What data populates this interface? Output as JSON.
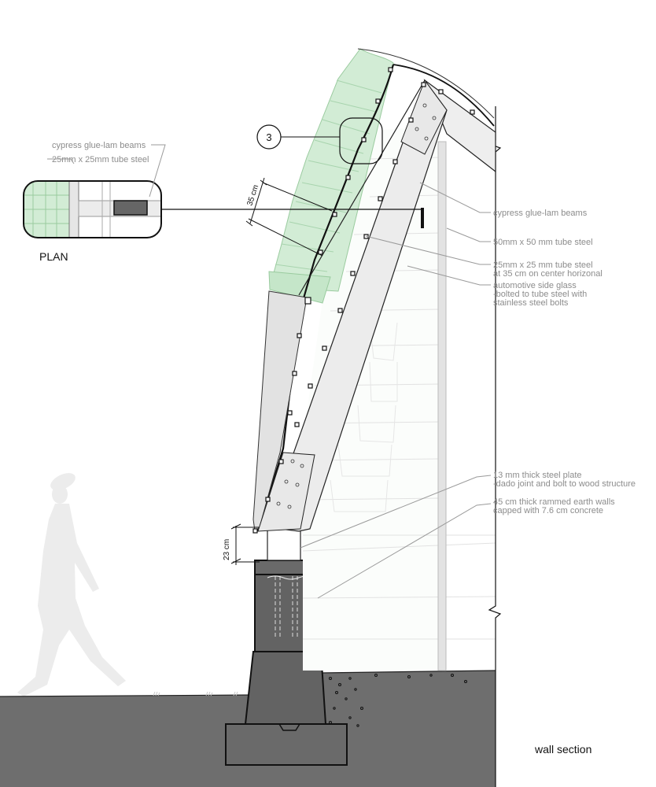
{
  "title": "wall section",
  "plan": {
    "label": "PLAN",
    "callouts": {
      "beams": "cypress glue-lam beams",
      "tube": "25mm x 25mm tube steel"
    }
  },
  "detail_marker": "3",
  "dimensions": {
    "spacing": "35 cm",
    "plate_height": "23 cm"
  },
  "callouts": {
    "beams": "cypress glue-lam beams",
    "tube50": "50mm x 50 mm tube steel",
    "tube25_line1": "25mm x 25 mm tube steel",
    "tube25_line2": "at 35 cm on center horizonal",
    "glass_line1": "automotive side glass",
    "glass_line2": "-bolted to tube steel with",
    "glass_line3": "stainless steel bolts",
    "plate_line1": "13 mm thick steel plate",
    "plate_line2": "-dado joint and bolt to wood structure",
    "earth_line1": "45 cm thick rammed earth walls",
    "earth_line2": "capped with 7.6 cm concrete"
  },
  "colors": {
    "ground": "#6e6e6e",
    "concrete": "#636363",
    "glass": "#d2ecd5",
    "beam": "#ececec"
  }
}
